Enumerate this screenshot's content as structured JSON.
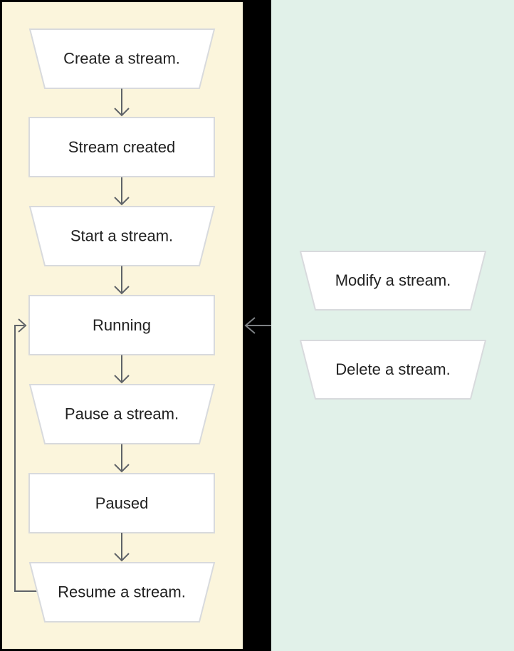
{
  "colors": {
    "canvas_bg": "#000000",
    "left_panel_bg": "#FBF5DC",
    "right_panel_bg": "#E1F1E9",
    "node_fill": "#FFFFFF",
    "node_border": "#D8DADD",
    "arrow": "#5F6368",
    "arrow_on_black": "#7D8184",
    "text": "#212121"
  },
  "diagram": {
    "left_panel_nodes": [
      {
        "id": "create-a-stream",
        "shape": "trapezoid",
        "label": "Create a stream."
      },
      {
        "id": "stream-created",
        "shape": "rectangle",
        "label": "Stream created"
      },
      {
        "id": "start-a-stream",
        "shape": "trapezoid",
        "label": "Start a stream."
      },
      {
        "id": "running",
        "shape": "rectangle",
        "label": "Running"
      },
      {
        "id": "pause-a-stream",
        "shape": "trapezoid",
        "label": "Pause a stream."
      },
      {
        "id": "paused",
        "shape": "rectangle",
        "label": "Paused"
      },
      {
        "id": "resume-a-stream",
        "shape": "trapezoid",
        "label": "Resume a stream."
      }
    ],
    "right_panel_nodes": [
      {
        "id": "modify-a-stream",
        "shape": "trapezoid",
        "label": "Modify a stream."
      },
      {
        "id": "delete-a-stream",
        "shape": "trapezoid",
        "label": "Delete a stream."
      }
    ],
    "edges": [
      {
        "from": "create-a-stream",
        "to": "stream-created",
        "type": "arrow-down"
      },
      {
        "from": "stream-created",
        "to": "start-a-stream",
        "type": "arrow-down"
      },
      {
        "from": "start-a-stream",
        "to": "running",
        "type": "arrow-down"
      },
      {
        "from": "running",
        "to": "pause-a-stream",
        "type": "arrow-down"
      },
      {
        "from": "pause-a-stream",
        "to": "paused",
        "type": "arrow-down"
      },
      {
        "from": "paused",
        "to": "resume-a-stream",
        "type": "arrow-down"
      },
      {
        "from": "resume-a-stream",
        "to": "running",
        "type": "loop-back-left-side"
      },
      {
        "from": "right-panel",
        "to": "running",
        "type": "arrow-left"
      }
    ]
  }
}
